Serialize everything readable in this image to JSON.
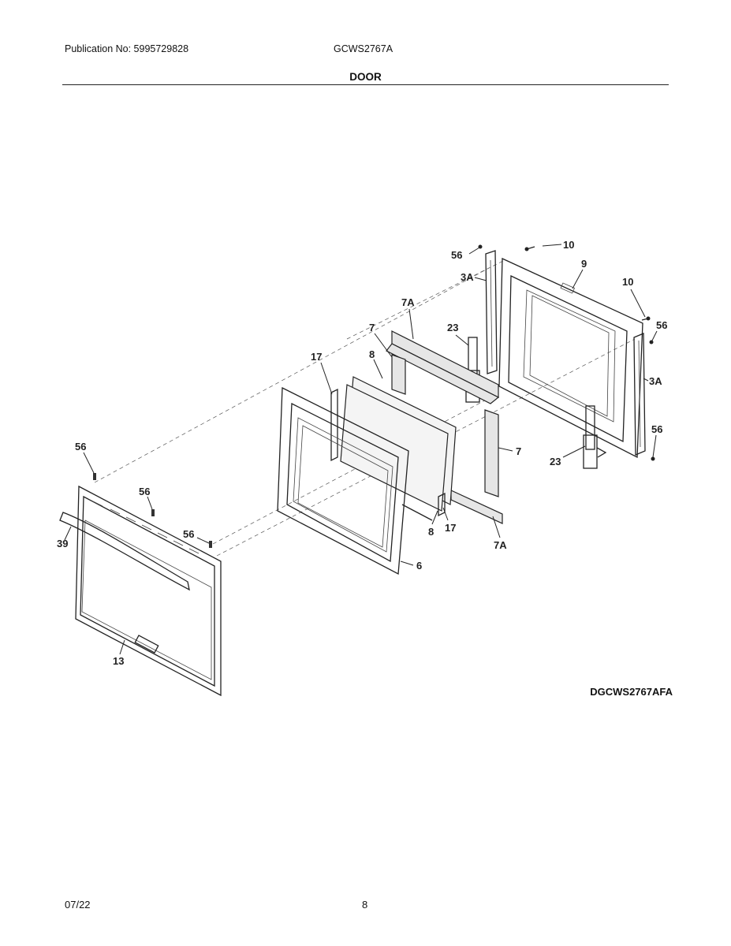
{
  "header": {
    "publication": "Publication No: 5995729828",
    "model": "GCWS2767A",
    "section": "DOOR"
  },
  "diagram": {
    "code": "DGCWS2767AFA",
    "callouts": [
      "56",
      "10",
      "3A",
      "9",
      "10",
      "7A",
      "56",
      "7",
      "23",
      "8",
      "17",
      "3A",
      "56",
      "56",
      "7",
      "23",
      "56",
      "56",
      "8",
      "17",
      "7A",
      "39",
      "6",
      "13"
    ]
  },
  "footer": {
    "date": "07/22",
    "page": "8"
  }
}
